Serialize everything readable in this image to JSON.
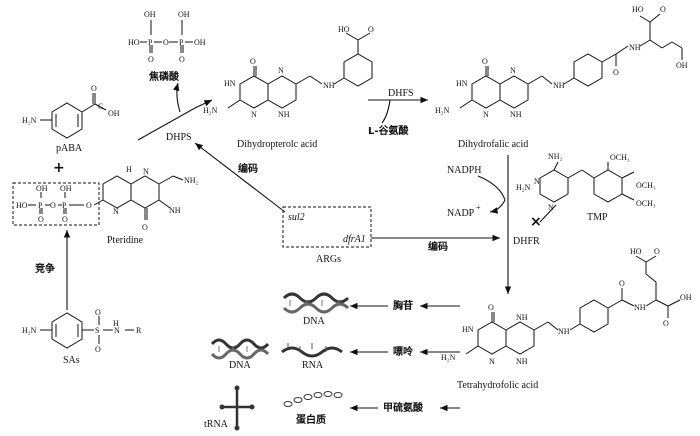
{
  "labels": {
    "paba": "pABA",
    "plus": "+",
    "pteridine": "Pteridine",
    "compete": "竞争",
    "sas": "SAs",
    "pyrophosphate": "焦磷酸",
    "dhps": "DHPS",
    "dihydropteroic": "Dihydropterolc acid",
    "dhfs": "DHFS",
    "glutamate": "L-谷氨酸",
    "dihydrofolic": "Dihydrofalic acid",
    "encode1": "编码",
    "encode2": "编码",
    "sul2": "sul2",
    "dfrA1": "dfrA1",
    "args": "ARGs",
    "nadph": "NADPH",
    "nadp": "NADP",
    "nadp_sup": "+",
    "dhfr": "DHFR",
    "tmp": "TMP",
    "tetrahydrofolic": "Tetrahydrofolic acid",
    "thymidine": "胸苷",
    "purine": "嘌呤",
    "methionine": "甲硫氨酸",
    "dna1": "DNA",
    "dna2": "DNA",
    "rna": "RNA",
    "trna": "tRNA",
    "protein": "蛋白质",
    "block": "×"
  },
  "atoms": {
    "h2n": "H₂N",
    "nh2": "NH₂",
    "nh": "NH",
    "hn": "HN",
    "n": "N",
    "h": "H",
    "o": "O",
    "oh": "OH",
    "ho": "HO",
    "p": "P",
    "c": "C",
    "r": "R",
    "s": "S",
    "ocH3": "OCH₃"
  }
}
